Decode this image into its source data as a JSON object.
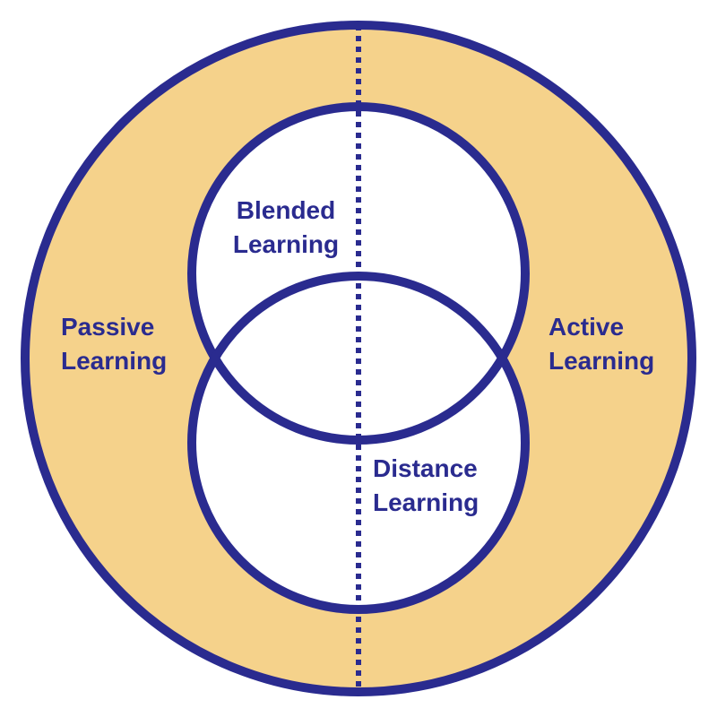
{
  "colors": {
    "stroke": "#2a2b8f",
    "ring_fill": "#f5d28b",
    "inner_fill": "#ffffff",
    "text": "#2a2b8f"
  },
  "labels": {
    "passive": {
      "line1": "Passive",
      "line2": "Learning"
    },
    "active": {
      "line1": "Active",
      "line2": "Learning"
    },
    "blended": {
      "line1": "Blended",
      "line2": "Learning"
    },
    "distance": {
      "line1": "Distance",
      "line2": "Learning"
    }
  }
}
